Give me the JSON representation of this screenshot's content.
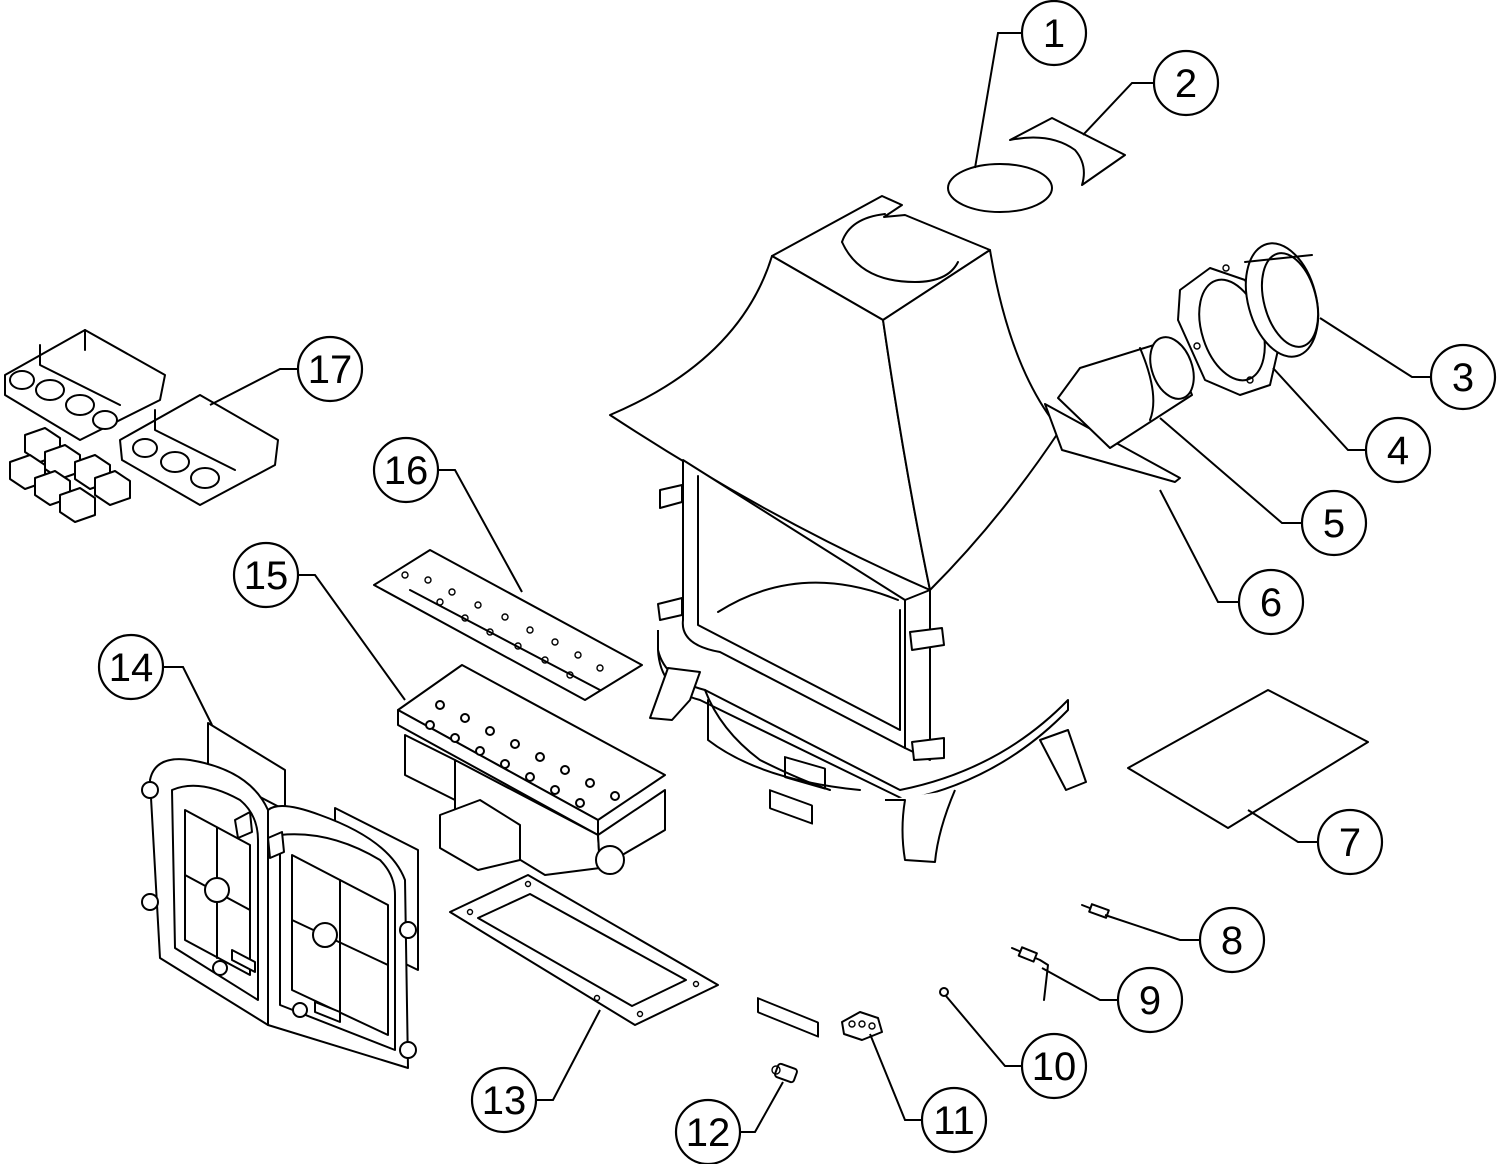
{
  "callouts": [
    {
      "number": "1",
      "label": ""
    },
    {
      "number": "2",
      "label": ""
    },
    {
      "number": "3",
      "label": ""
    },
    {
      "number": "4",
      "label": ""
    },
    {
      "number": "5",
      "label": ""
    },
    {
      "number": "6",
      "label": ""
    },
    {
      "number": "7",
      "label": ""
    },
    {
      "number": "8",
      "label": ""
    },
    {
      "number": "9",
      "label": ""
    },
    {
      "number": "10",
      "label": ""
    },
    {
      "number": "11",
      "label": ""
    },
    {
      "number": "12",
      "label": ""
    },
    {
      "number": "13",
      "label": ""
    },
    {
      "number": "14",
      "label": ""
    },
    {
      "number": "15",
      "label": ""
    },
    {
      "number": "16",
      "label": ""
    },
    {
      "number": "17",
      "label": ""
    }
  ],
  "colors": {
    "line": "#000000",
    "background": "#ffffff"
  }
}
